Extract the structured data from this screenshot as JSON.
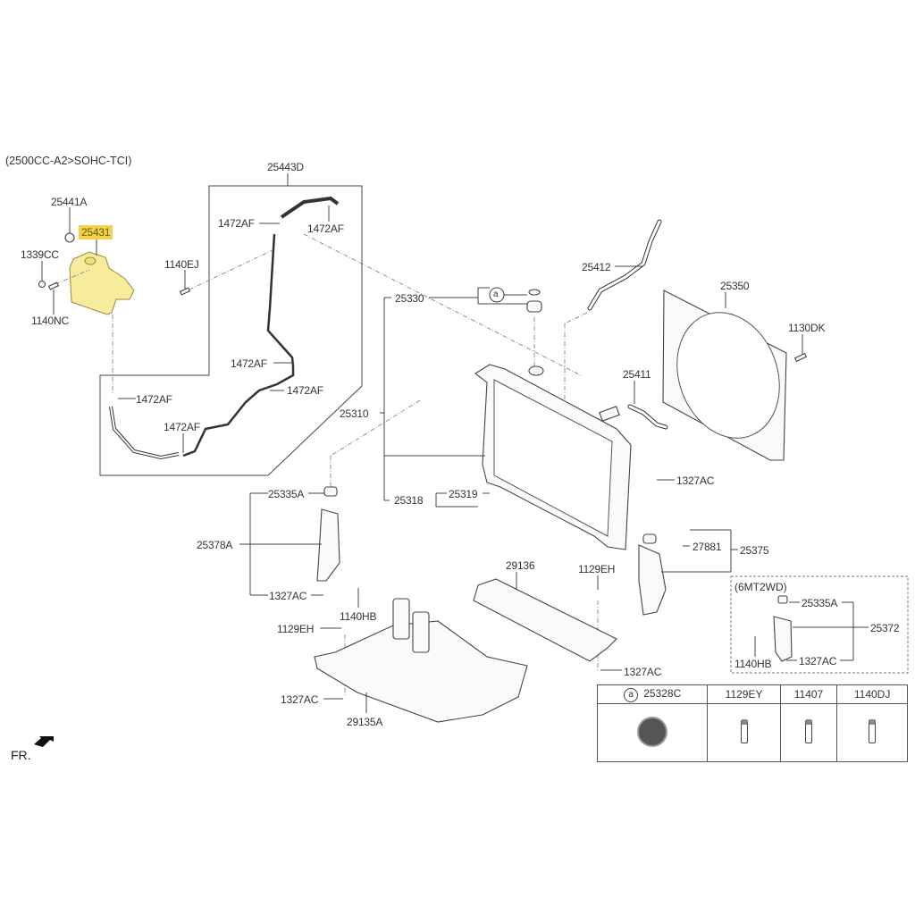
{
  "diagram": {
    "variant_note": "(2500CC-A2>SOHC-TCI)",
    "front_marker": "FR.",
    "highlight_color": "#f2d24a",
    "labels": {
      "p25441A": "25441A",
      "p25431": "25431",
      "p1339CC": "1339CC",
      "p1140NC": "1140NC",
      "p1140EJ": "1140EJ",
      "p25443D": "25443D",
      "p1472AF_1": "1472AF",
      "p1472AF_2": "1472AF",
      "p1472AF_3": "1472AF",
      "p1472AF_4": "1472AF",
      "p1472AF_5": "1472AF",
      "p1472AF_6": "1472AF",
      "p25330": "25330",
      "p25412": "25412",
      "p25350": "25350",
      "p1130DK": "1130DK",
      "p25411": "25411",
      "p25310": "25310",
      "p1327AC_r": "1327AC",
      "p25335A": "25335A",
      "p25318": "25318",
      "p25319": "25319",
      "p25378A": "25378A",
      "p27881": "27881",
      "p25375": "25375",
      "p29136": "29136",
      "p1129EH_m": "1129EH",
      "p1327AC_l": "1327AC",
      "p1140HB": "1140HB",
      "p1129EH_l": "1129EH",
      "p1327AC_m": "1327AC",
      "p1327AC_b": "1327AC",
      "p29135A": "29135A",
      "ref_a": "a"
    },
    "option_box": {
      "title": "(6MT2WD)",
      "p25335A": "25335A",
      "p25372": "25372",
      "p1140HB": "1140HB",
      "p1327AC": "1327AC"
    },
    "parts_table": {
      "ref": "a",
      "columns": [
        "25328C",
        "1129EY",
        "11407",
        "1140DJ"
      ]
    }
  }
}
